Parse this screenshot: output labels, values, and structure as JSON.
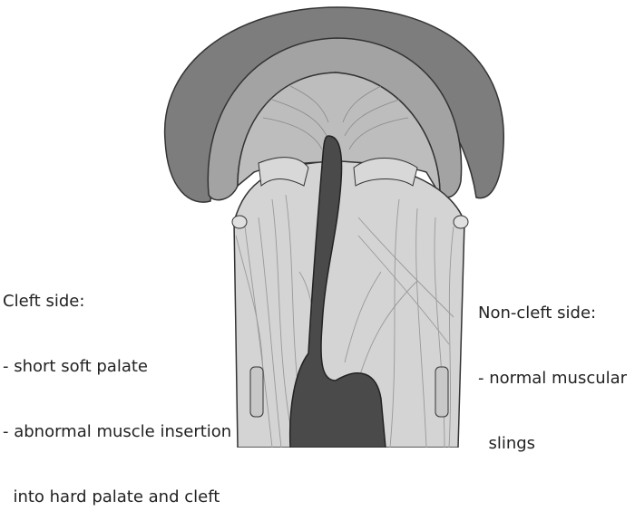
{
  "left_label": {
    "title": "Cleft side:",
    "lines": [
      "- short soft palate",
      "- abnormal muscle insertion",
      "  into hard palate and cleft"
    ]
  },
  "right_label": {
    "title": "Non-cleft side:",
    "lines": [
      "- normal muscular",
      "  slings"
    ]
  },
  "colors": {
    "gum": "#7a7a7a",
    "palate": "#b4b4b4",
    "muscle": "#d2d2d2",
    "cleft": "#4a4a4a"
  }
}
